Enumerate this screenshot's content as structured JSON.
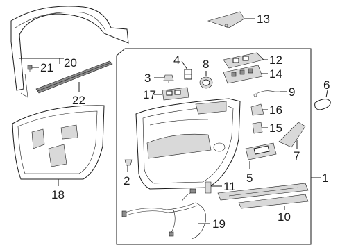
{
  "callouts": [
    {
      "num": "1"
    },
    {
      "num": "2"
    },
    {
      "num": "3"
    },
    {
      "num": "4"
    },
    {
      "num": "5"
    },
    {
      "num": "6"
    },
    {
      "num": "7"
    },
    {
      "num": "8"
    },
    {
      "num": "9"
    },
    {
      "num": "10"
    },
    {
      "num": "11"
    },
    {
      "num": "12"
    },
    {
      "num": "13"
    },
    {
      "num": "14"
    },
    {
      "num": "15"
    },
    {
      "num": "16"
    },
    {
      "num": "17"
    },
    {
      "num": "18"
    },
    {
      "num": "19"
    },
    {
      "num": "20"
    },
    {
      "num": "21"
    },
    {
      "num": "22"
    }
  ]
}
